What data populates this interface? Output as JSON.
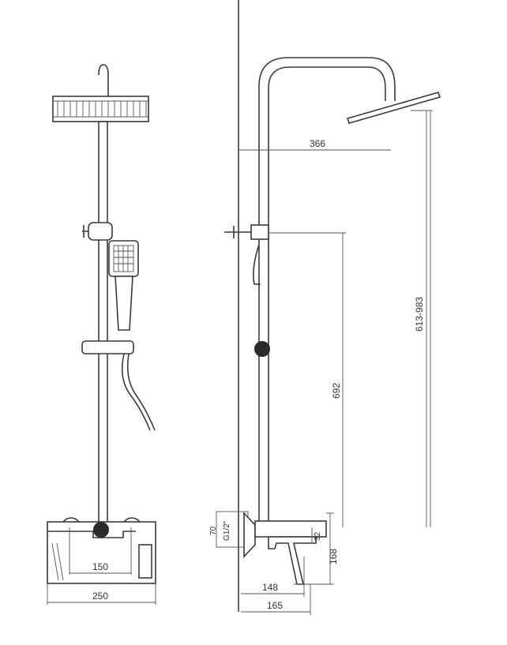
{
  "front_view": {
    "dims": {
      "handle_spacing": "150",
      "body_width": "250"
    }
  },
  "side_view": {
    "dims": {
      "head_reach": "366",
      "head_height_range": "613-983",
      "slider_height": "692",
      "wall_plate": "70",
      "thread": "G1/2\"",
      "outlet": "32",
      "body_height": "168",
      "body_depth": "148",
      "total_depth": "165"
    }
  }
}
